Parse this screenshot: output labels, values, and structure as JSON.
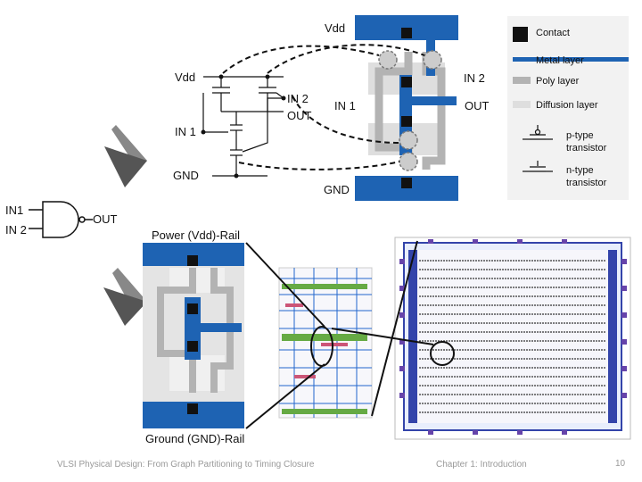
{
  "schematic": {
    "vdd_label": "Vdd",
    "in2_label": "IN 2",
    "out_label": "OUT",
    "in1_label": "IN 1",
    "gnd_label": "GND"
  },
  "layout_top": {
    "vdd_label": "Vdd",
    "in2_label": "IN 2",
    "in1_label": "IN 1",
    "out_label": "OUT",
    "gnd_label": "GND"
  },
  "gate_symbol": {
    "in1_label": "IN1",
    "in2_label": "IN 2",
    "out_label": "OUT"
  },
  "legend": {
    "items": [
      {
        "label": "Contact",
        "color": "#111111"
      },
      {
        "label": "Metal layer",
        "color": "#1e63b3"
      },
      {
        "label": "Poly layer",
        "color": "#b3b3b3"
      },
      {
        "label": "Diffusion layer",
        "color": "#dedede"
      },
      {
        "label": "p-type transistor"
      },
      {
        "label": "n-type transistor"
      }
    ]
  },
  "cell": {
    "power_rail_label": "Power (Vdd)-Rail",
    "ground_rail_label": "Ground (GND)-Rail"
  },
  "footer": {
    "left": "VLSI Physical Design: From Graph Partitioning to Timing Closure",
    "middle": "Chapter 1: Introduction",
    "page": "10"
  },
  "colors": {
    "metal": "#1e63b3",
    "poly": "#b3b3b3",
    "diffusion": "#dedede",
    "contact": "#111111"
  }
}
